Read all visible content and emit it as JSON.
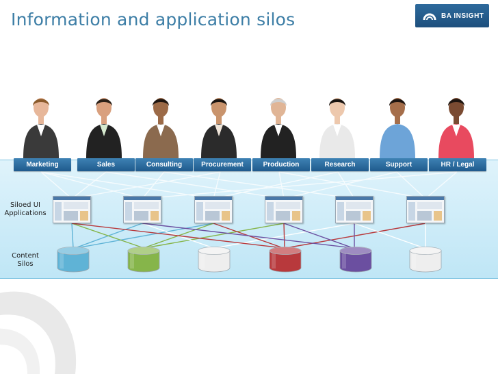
{
  "slide": {
    "title": "Information and application silos"
  },
  "logo": {
    "text": "BA INSIGHT"
  },
  "rows": {
    "applications_label": [
      "Siloed UI",
      "Applications"
    ],
    "silos_label": [
      "Content",
      "Silos"
    ]
  },
  "departments": [
    {
      "label": "Marketing"
    },
    {
      "label": "Sales"
    },
    {
      "label": "Consulting"
    },
    {
      "label": "Procurement"
    },
    {
      "label": "Production"
    },
    {
      "label": "Research"
    },
    {
      "label": "Support"
    },
    {
      "label": "HR / Legal"
    }
  ],
  "silos": [
    {
      "color": "#5fb3d6"
    },
    {
      "color": "#86b54a"
    },
    {
      "color": "#eeeeee"
    },
    {
      "color": "#b8393c"
    },
    {
      "color": "#6b4fa0"
    },
    {
      "color": "#eeeeee"
    }
  ],
  "people": [
    {
      "skin": "#e7b79a",
      "hair": "#8a5a2b",
      "suit": "#3a3a3a",
      "shirt": "#ffffff"
    },
    {
      "skin": "#d9a07e",
      "hair": "#2a2018",
      "suit": "#222222",
      "shirt": "#d6ead0"
    },
    {
      "skin": "#9c6a47",
      "hair": "#1e1510",
      "suit": "#8b6a4e",
      "shirt": "#ffffff"
    },
    {
      "skin": "#c9946d",
      "hair": "#1a1410",
      "suit": "#2b2b2b",
      "shirt": "#f0e6da"
    },
    {
      "skin": "#e0b596",
      "hair": "#cfcfcf",
      "suit": "#222222",
      "shirt": "#ffffff"
    },
    {
      "skin": "#edc8ad",
      "hair": "#1a1410",
      "suit": "#e9e9e9",
      "shirt": "#ffffff"
    },
    {
      "skin": "#a56e4a",
      "hair": "#1e1510",
      "suit": "#6da4d8",
      "shirt": "#6da4d8"
    },
    {
      "skin": "#7a4b32",
      "hair": "#1e1510",
      "suit": "#e84a5f",
      "shirt": "#ffffff"
    }
  ]
}
